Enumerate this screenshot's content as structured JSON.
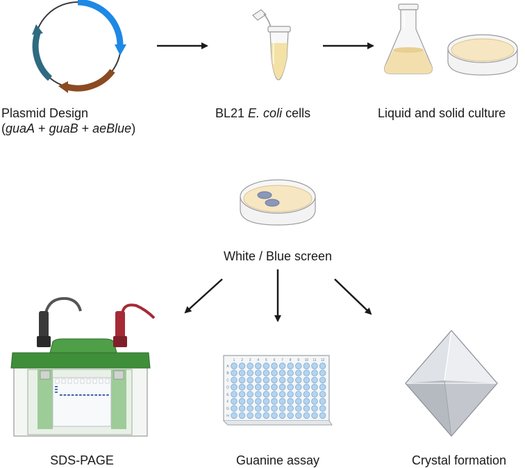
{
  "labels": {
    "plasmid_line1": "Plasmid Design",
    "plasmid_paren_open": "(",
    "plasmid_gene1": "guaA",
    "plasmid_plus1": " + ",
    "plasmid_gene2": "guaB",
    "plasmid_plus2": " + ",
    "plasmid_gene3": "aeBlue",
    "plasmid_paren_close": ")",
    "cells_prefix": "BL21 ",
    "cells_species": "E. coli",
    "cells_suffix": " cells",
    "culture": "Liquid and solid culture",
    "screen": "White / Blue screen",
    "sds": "SDS-PAGE",
    "guanine": "Guanine assay",
    "crystal": "Crystal formation"
  },
  "plate": {
    "columns": [
      "1",
      "2",
      "3",
      "4",
      "5",
      "6",
      "7",
      "8",
      "9",
      "10",
      "11",
      "12"
    ],
    "rows": [
      "A",
      "B",
      "C",
      "D",
      "E",
      "F",
      "G",
      "H"
    ]
  },
  "colors": {
    "plasmid_blue": "#1e88e5",
    "plasmid_brown": "#8b4a22",
    "plasmid_teal": "#2e6b80",
    "agar": "#f7e6c2",
    "gel_green": "#3f8e3a",
    "well_blue": "#b3d4f0",
    "crystal_gray": "#c9ccd2"
  }
}
